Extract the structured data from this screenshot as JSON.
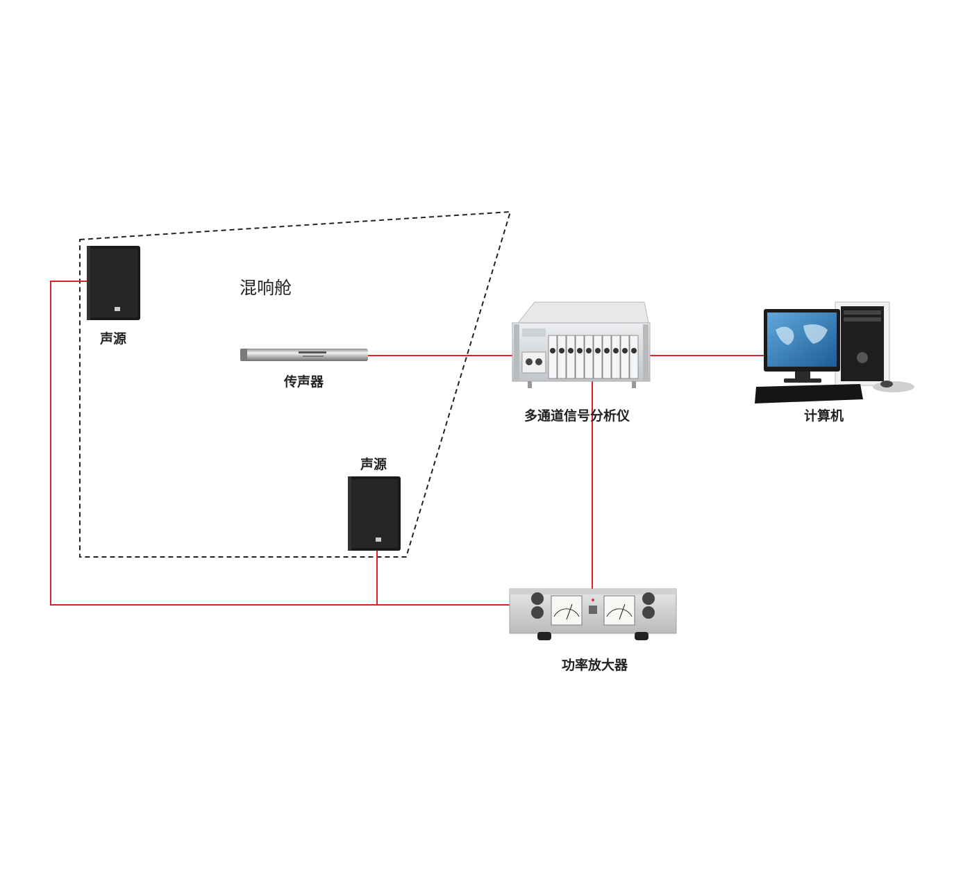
{
  "labels": {
    "chamber": "混响舱",
    "source_top": "声源",
    "microphone": "传声器",
    "source_bottom": "声源",
    "analyzer": "多通道信号分析仪",
    "computer": "计算机",
    "amplifier": "功率放大器"
  },
  "colors": {
    "wire": "#e01f26",
    "chamber_outline": "#222222",
    "speaker_body": "#1a1a1a",
    "device_metal": "#d4d6d8"
  },
  "icons": {
    "speaker": "speaker-icon",
    "microphone": "microphone-icon",
    "analyzer": "signal-analyzer-icon",
    "computer": "desktop-computer-icon",
    "amplifier": "power-amplifier-icon"
  }
}
